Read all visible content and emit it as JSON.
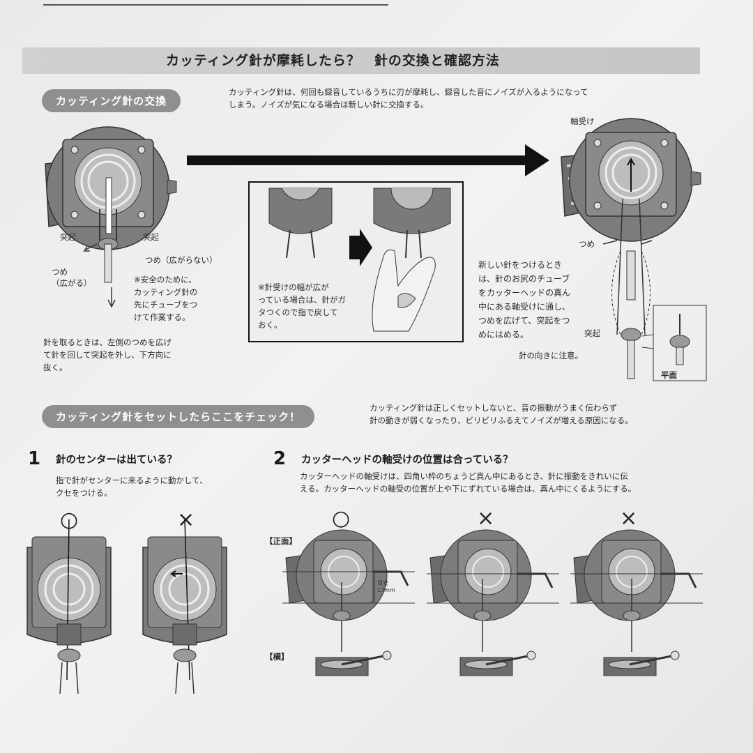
{
  "header": {
    "title": "カッティング針が摩耗したら？　針の交換と確認方法"
  },
  "section1": {
    "pill": "カッティング針の交換",
    "intro": [
      "カッティング針は、何回も録音しているうちに刃が摩耗し、録音した音にノイズが入るようになって",
      "しまう。ノイズが気になる場合は新しい針に交換する。"
    ],
    "labels": {
      "bearing": "軸受け",
      "protrusion_left": "突起",
      "protrusion_right": "突起",
      "claw_not_open": "つめ（広がらない）",
      "claw_open_1": "つめ",
      "claw_open_2": "（広がる）",
      "claw_right": "つめ",
      "protrusion_bottom": "突起",
      "needle_direction": "針の向きに注意。",
      "flat": "平面"
    },
    "safety_note": [
      "※安全のために、",
      "カッティング針の",
      "先にチューブをつ",
      "けて作業する。"
    ],
    "remove_note": [
      "針を取るときは、左側のつめを広げ",
      "て針を回して突起を外し、下方向に",
      "抜く。"
    ],
    "inset_note": [
      "※針受けの幅が広が",
      "っている場合は、針がガ",
      "タつくので指で戻して",
      "おく。"
    ],
    "new_needle_note": [
      "新しい針をつけるとき",
      "は、針のお尻のチューブ",
      "をカッターヘッドの真ん",
      "中にある軸受けに通し、",
      "つめを広げて、突起をつ",
      "めにはめる。"
    ]
  },
  "section2": {
    "pill": "カッティング針をセットしたらここをチェック！",
    "intro": [
      "カッティング針は正しくセットしないと、音の振動がうまく伝わらず",
      "針の動きが弱くなったり、ビリビリふるえてノイズが増える原因になる。"
    ],
    "check1": {
      "number": "1",
      "title": "針のセンターは出ている？",
      "desc": [
        "指で針がセンターに来るように動かして、",
        "クセをつける。"
      ],
      "ok_mark": "○",
      "ng_mark": "×"
    },
    "check2": {
      "number": "2",
      "title": "カッターヘッドの軸受けの位置は合っている？",
      "desc": [
        "カッターヘッドの軸受けは、四角い枠のちょうど真ん中にあるとき、針に振動をきれいに伝",
        "える。カッターヘッドの軸受の位置が上や下にずれている場合は、真ん中にくるようにする。"
      ],
      "ok_mark": "○",
      "ng_mark_1": "×",
      "ng_mark_2": "×",
      "front_label": "【正面】",
      "side_label": "【横】",
      "measure_1": "目安",
      "measure_2": "17mm"
    }
  }
}
